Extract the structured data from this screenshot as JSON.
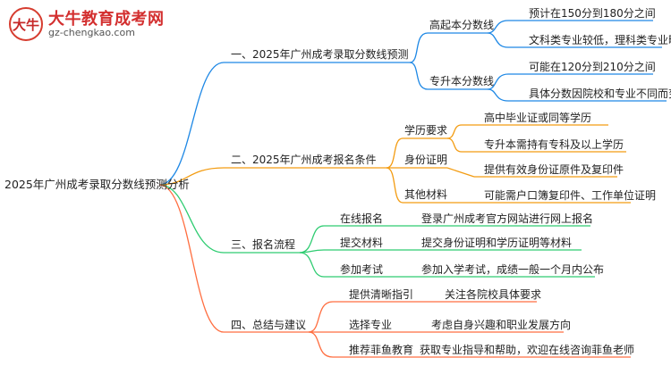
{
  "logo": {
    "mark": "大牛",
    "title": "大牛教育成考网",
    "url": "gz-chengkao.com"
  },
  "root": "2025年广州成考录取分数线预测分析",
  "colors": {
    "b1": "#1e88e5",
    "b2": "#f39c12",
    "b3": "#2ecc71",
    "b4": "#ff6e40"
  },
  "branches": [
    {
      "label": "一、2025年广州成考录取分数线预测",
      "children": [
        {
          "label": "高起本分数线",
          "leaves": [
            "预计在150分到180分之间",
            "文科类专业较低，理科类专业略高"
          ]
        },
        {
          "label": "专升本分数线",
          "leaves": [
            "可能在120分到210分之间",
            "具体分数因院校和专业不同而变化"
          ]
        }
      ]
    },
    {
      "label": "二、2025年广州成考报名条件",
      "children": [
        {
          "label": "学历要求",
          "leaves": [
            "高中毕业证或同等学历",
            "专升本需持有专科及以上学历"
          ]
        },
        {
          "label": "身份证明",
          "leaves": [
            "提供有效身份证原件及复印件"
          ]
        },
        {
          "label": "其他材料",
          "leaves": [
            "可能需户口簿复印件、工作单位证明"
          ]
        }
      ]
    },
    {
      "label": "三、报名流程",
      "children": [
        {
          "label": "在线报名",
          "leaves": [
            "登录广州成考官方网站进行网上报名"
          ]
        },
        {
          "label": "提交材料",
          "leaves": [
            "提交身份证明和学历证明等材料"
          ]
        },
        {
          "label": "参加考试",
          "leaves": [
            "参加入学考试，成绩一般一个月内公布"
          ]
        }
      ]
    },
    {
      "label": "四、总结与建议",
      "children": [
        {
          "label": "提供清晰指引",
          "leaves": [
            "关注各院校具体要求"
          ]
        },
        {
          "label": "选择专业",
          "leaves": [
            "考虑自身兴趣和职业发展方向"
          ]
        },
        {
          "label": "推荐菲鱼教育",
          "leaves": [
            "获取专业指导和帮助，欢迎在线咨询菲鱼老师"
          ]
        }
      ]
    }
  ]
}
